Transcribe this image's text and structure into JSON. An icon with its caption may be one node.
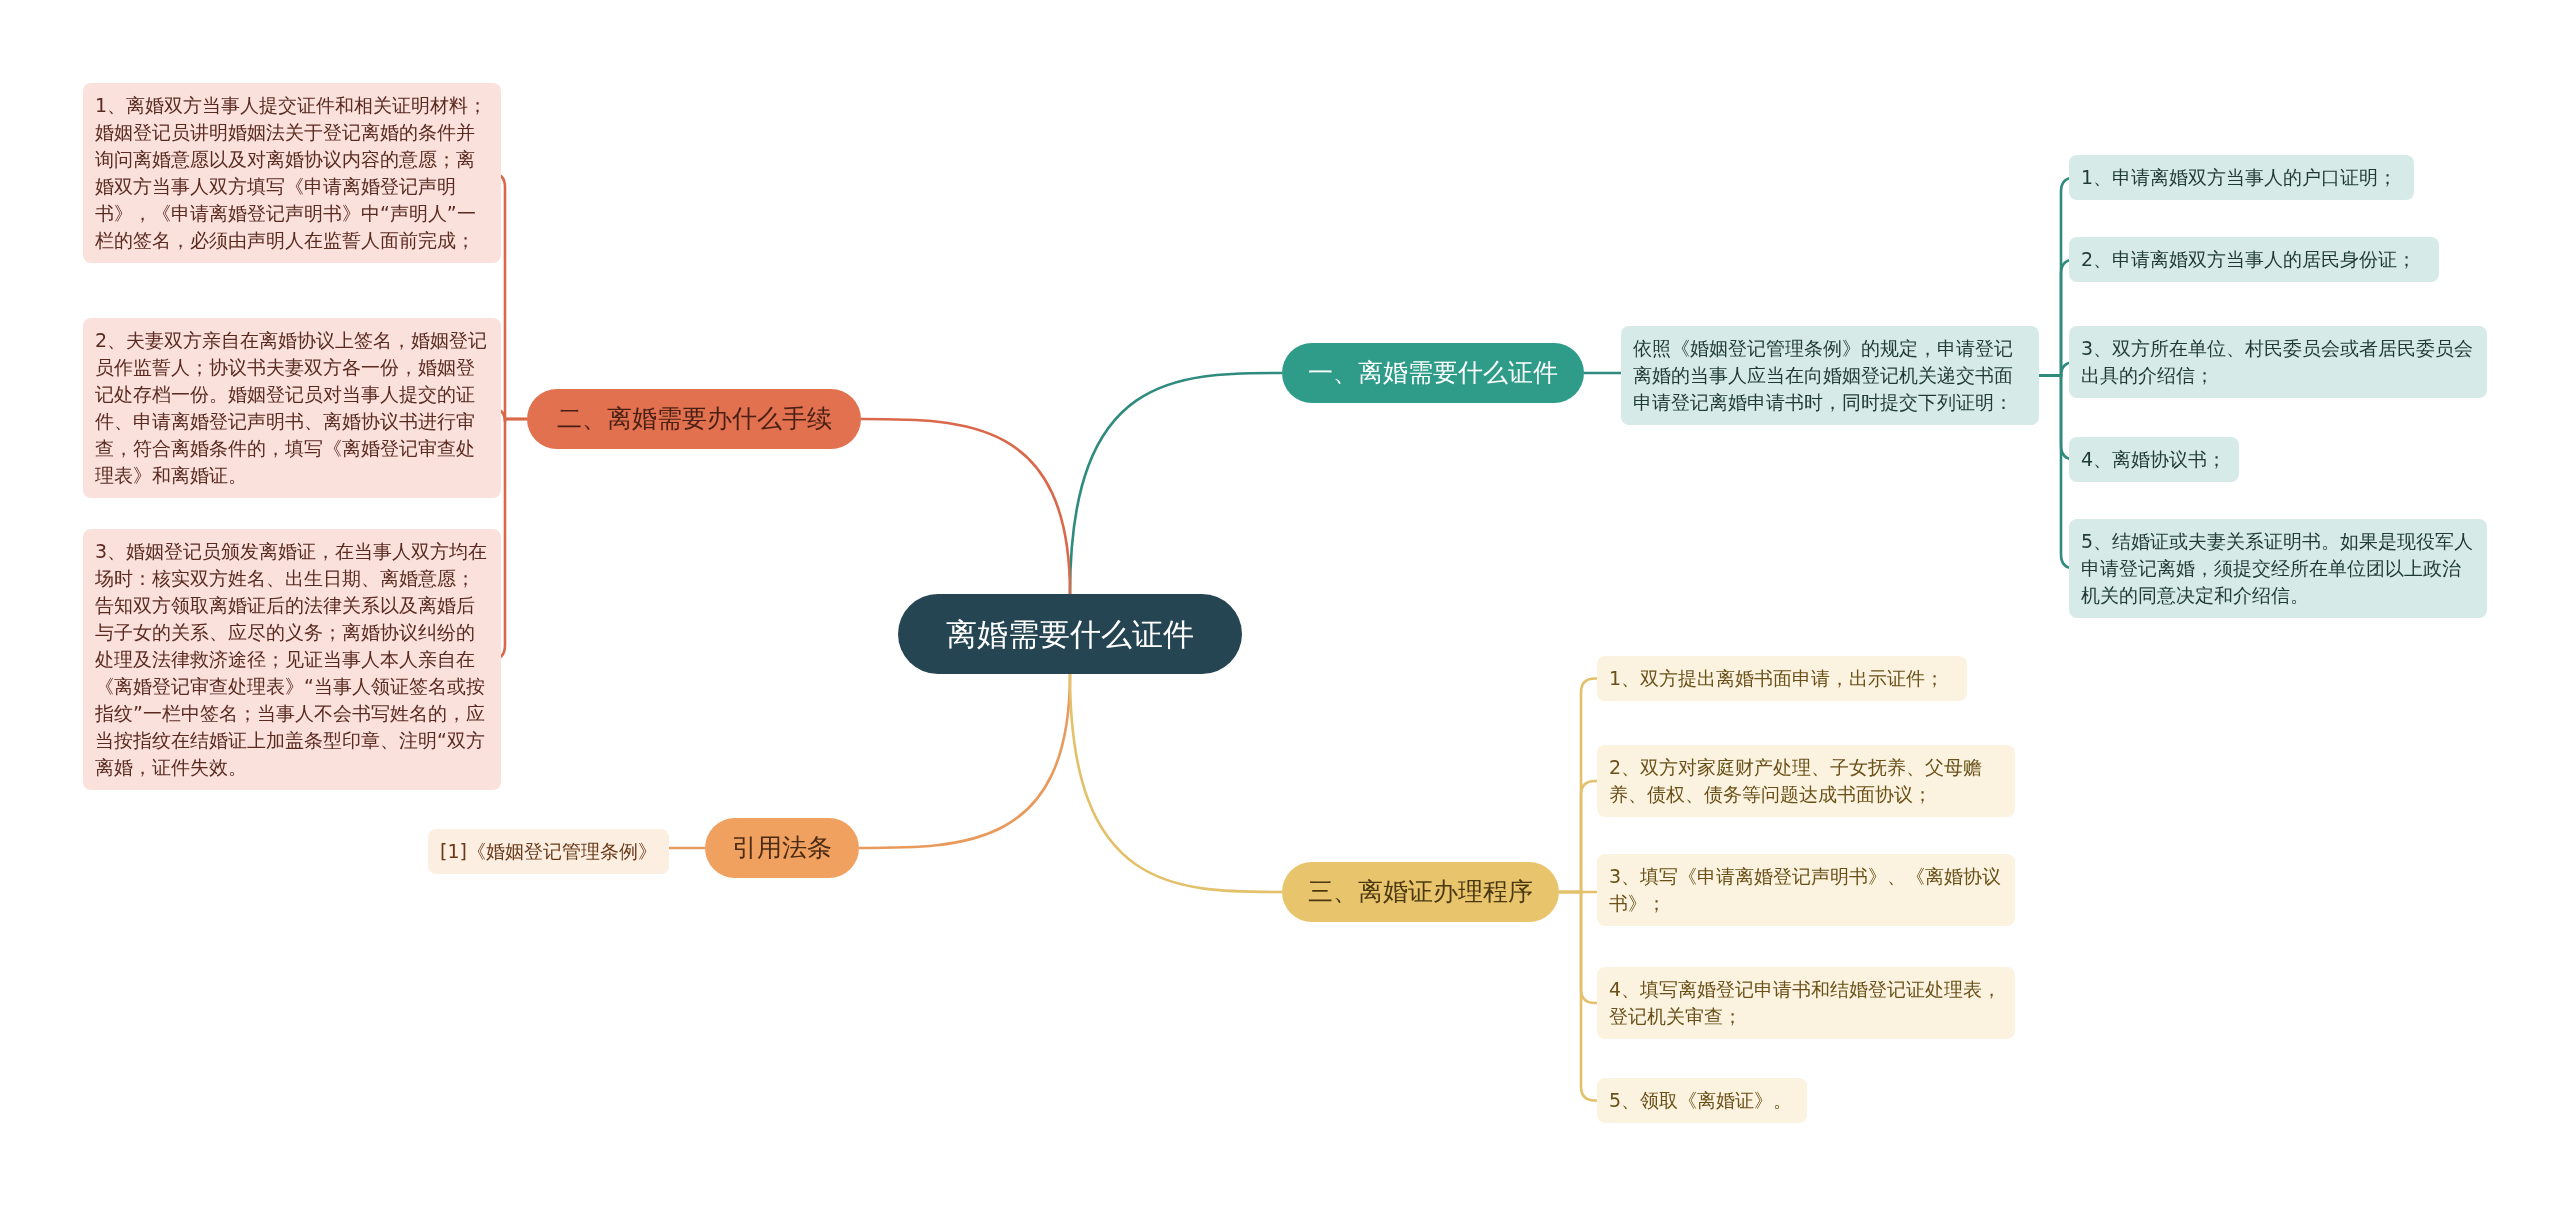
{
  "diagram": {
    "nodes": [
      {
        "text": [
          "离婚需要什么证件"
        ]
      },
      {
        "text": [
          "一、离婚需要什么证件"
        ]
      },
      {
        "text": [
          "依照《婚姻登记管理条例》的规定，申请登记离婚的当事人应当在向婚姻登记机关递交书面申请登记离婚申请书时，同时提交下列证明："
        ]
      },
      {
        "text": [
          "1、申请离婚双方当事人的户口证明；"
        ]
      },
      {
        "text": [
          "2、申请离婚双方当事人的居民身份证；"
        ]
      },
      {
        "text": [
          "3、双方所在单位、村民委员会或者居民委员会出具的介绍信；"
        ]
      },
      {
        "text": [
          "4、离婚协议书；"
        ]
      },
      {
        "text": [
          "5、结婚证或夫妻关系证明书。如果是现役军人申请登记离婚，须提交经所在单位团以上政治机关的同意决定和介绍信。"
        ]
      },
      {
        "text": [
          "二、离婚需要办什么手续"
        ]
      },
      {
        "text": [
          "1、离婚双方当事人提交证件和相关证明材料；婚姻登记员讲明婚姻法关于登记离婚的条件并询问离婚意愿以及对离婚协议内容的意愿；离婚双方当事人双方填写《申请离婚登记声明书》，《申请离婚登记声明书》中“声明人”一栏的签名，必须由声明人在监誓人面前完成；"
        ]
      },
      {
        "text": [
          "2、夫妻双方亲自在离婚协议上签名，婚姻登记员作监誓人；协议书夫妻双方各一份，婚姻登记处存档一份。婚姻登记员对当事人提交的证件、申请离婚登记声明书、离婚协议书进行审查，符合离婚条件的，填写《离婚登记审查处理表》和离婚证。"
        ]
      },
      {
        "text": [
          "3、婚姻登记员颁发离婚证，在当事人双方均在场时：核实双方姓名、出生日期、离婚意愿；告知双方领取离婚证后的法律关系以及离婚后与子女的关系、应尽的义务；离婚协议纠纷的处理及法律救济途径；见证当事人本人亲自在《离婚登记审查处理表》“当事人领证签名或按指纹”一栏中签名；当事人不会书写姓名的，应当按指纹在结婚证上加盖条型印章、注明“双方离婚，证件失效。"
        ]
      },
      {
        "text": [
          "引用法条"
        ]
      },
      {
        "text": [
          "[1]《婚姻登记管理条例》"
        ]
      },
      {
        "text": [
          "三、离婚证办理程序"
        ]
      },
      {
        "text": [
          "1、双方提出离婚书面申请，出示证件；"
        ]
      },
      {
        "text": [
          "2、双方对家庭财产处理、子女抚养、父母赡养、债权、债务等问题达成书面协议；"
        ]
      },
      {
        "text": [
          "3、填写《申请离婚登记声明书》、《离婚协议书》；"
        ]
      },
      {
        "text": [
          "4、填写离婚登记申请书和结婚登记证处理表，登记机关审查；"
        ]
      },
      {
        "text": [
          "5、领取《离婚证》。"
        ]
      }
    ],
    "edges": [
      {
        "from": 0,
        "to": 1,
        "arrow": "none",
        "color": "#2e8b7e"
      },
      {
        "from": 1,
        "to": 2,
        "arrow": "none",
        "color": "#2e8b7e"
      },
      {
        "from": 2,
        "to": 3,
        "arrow": "none",
        "color": "#2e8b7e"
      },
      {
        "from": 2,
        "to": 4,
        "arrow": "none",
        "color": "#2e8b7e"
      },
      {
        "from": 2,
        "to": 5,
        "arrow": "none",
        "color": "#2e8b7e"
      },
      {
        "from": 2,
        "to": 6,
        "arrow": "none",
        "color": "#2e8b7e"
      },
      {
        "from": 2,
        "to": 7,
        "arrow": "none",
        "color": "#2e8b7e"
      },
      {
        "from": 0,
        "to": 8,
        "arrow": "none",
        "color": "#d9694a"
      },
      {
        "from": 8,
        "to": 9,
        "arrow": "none",
        "color": "#d9694a"
      },
      {
        "from": 8,
        "to": 10,
        "arrow": "none",
        "color": "#d9694a"
      },
      {
        "from": 8,
        "to": 11,
        "arrow": "none",
        "color": "#d9694a"
      },
      {
        "from": 0,
        "to": 12,
        "arrow": "none",
        "color": "#e89a5c"
      },
      {
        "from": 12,
        "to": 13,
        "arrow": "none",
        "color": "#e89a5c"
      },
      {
        "from": 0,
        "to": 14,
        "arrow": "none",
        "color": "#e3c06a"
      },
      {
        "from": 14,
        "to": 15,
        "arrow": "none",
        "color": "#e3c06a"
      },
      {
        "from": 14,
        "to": 16,
        "arrow": "none",
        "color": "#e3c06a"
      },
      {
        "from": 14,
        "to": 17,
        "arrow": "none",
        "color": "#e3c06a"
      },
      {
        "from": 14,
        "to": 18,
        "arrow": "none",
        "color": "#e3c06a"
      },
      {
        "from": 14,
        "to": 19,
        "arrow": "none",
        "color": "#e3c06a"
      }
    ]
  }
}
